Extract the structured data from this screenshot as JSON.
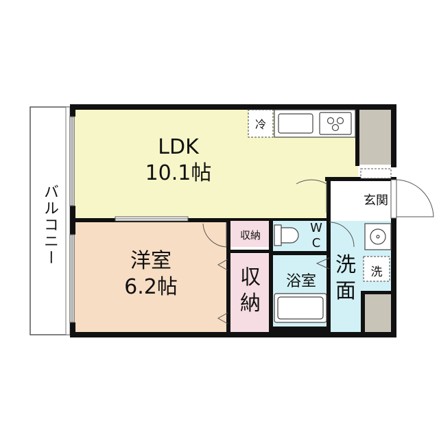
{
  "rooms": {
    "ldk": {
      "name": "LDK",
      "size": "10.1帖",
      "color": "#f6f6c8"
    },
    "western": {
      "name": "洋室",
      "size": "6.2帖",
      "color": "#f7ddc4"
    },
    "closet_large": {
      "label_top": "収",
      "label_bottom": "納",
      "color": "#f6dde3"
    },
    "closet_small": {
      "label": "収納",
      "color": "#f6dde3"
    },
    "bath": {
      "label": "浴室",
      "color": "#d2f1f6"
    },
    "toilet": {
      "label_w": "W",
      "label_c": "C",
      "color": "#d2f1f6"
    },
    "washroom": {
      "label_top": "洗",
      "label_bottom": "面",
      "color": "#d2f1f6"
    },
    "entrance": {
      "label": "玄関",
      "color": "#ffffff"
    },
    "balcony": {
      "label": "バルコニー",
      "color": "#ffffff"
    }
  },
  "fixtures": {
    "fridge": "冷",
    "washer": "洗"
  },
  "colors": {
    "wall": "#111111",
    "pillar": "#c9c4b8",
    "line": "#555555"
  }
}
